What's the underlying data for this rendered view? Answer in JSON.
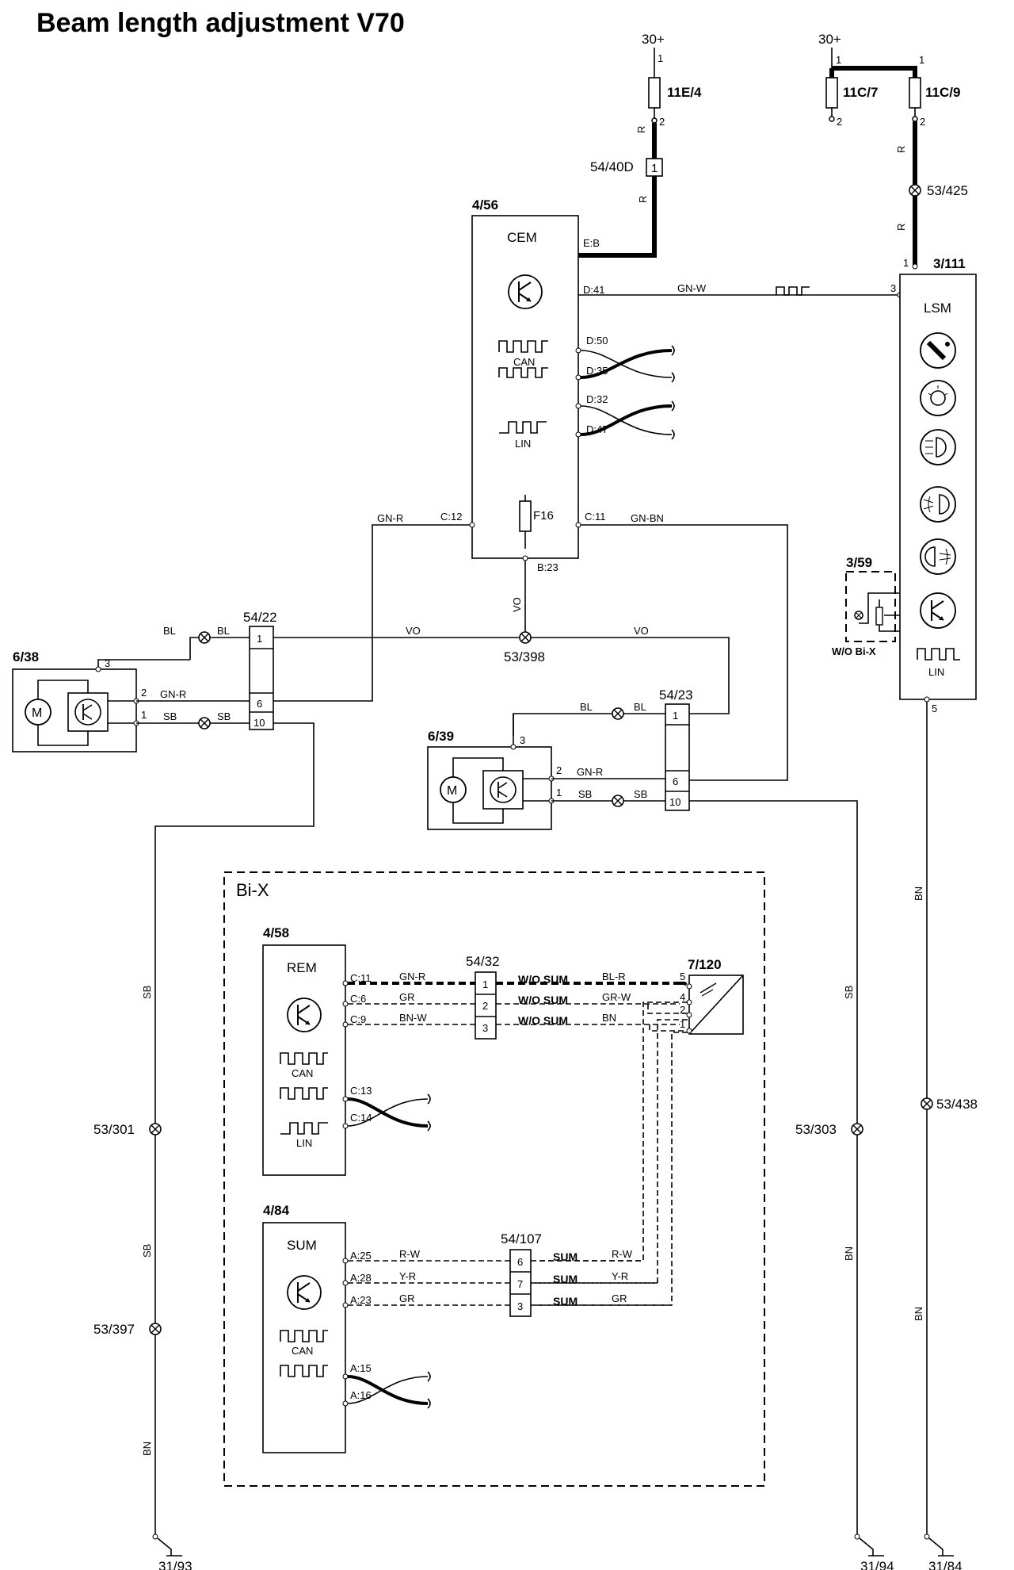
{
  "title": "Beam length adjustment V70",
  "supply": {
    "left": "30+",
    "right": "30+"
  },
  "fuses": {
    "f1": "11E/4",
    "f2": "11C/7",
    "f3": "11C/9",
    "cem_fuse": "F16"
  },
  "connectors": {
    "c54_40d": "54/40D",
    "c54_40d_pin": "1",
    "c54_22": "54/22",
    "c54_23": "54/23",
    "c54_32": "54/32",
    "c54_107": "54/107",
    "c54_22_pins": [
      "1",
      "6",
      "10"
    ],
    "c54_23_pins": [
      "1",
      "6",
      "10"
    ],
    "c54_32_pins": [
      "1",
      "2",
      "3"
    ],
    "c54_107_pins": [
      "6",
      "7",
      "3"
    ]
  },
  "splices": {
    "s53_425": "53/425",
    "s53_398": "53/398",
    "s53_301": "53/301",
    "s53_397": "53/397",
    "s53_303": "53/303",
    "s53_438": "53/438"
  },
  "grounds": {
    "g1": "31/93",
    "g2": "31/94",
    "g3": "31/84"
  },
  "modules": {
    "cem": {
      "id": "4/56",
      "name": "CEM",
      "can": "CAN",
      "lin": "LIN",
      "pins": {
        "eb": "E:B",
        "d41": "D:41",
        "d50": "D:50",
        "d35": "D:35",
        "d32": "D:32",
        "d47": "D:47",
        "c12": "C:12",
        "c11": "C:11",
        "b23": "B:23"
      }
    },
    "lsm": {
      "id": "3/111",
      "name": "LSM",
      "lin": "LIN",
      "pin1": "1",
      "pin3": "3",
      "pin5": "5"
    },
    "sw": {
      "id": "3/59",
      "note": "W/O Bi-X"
    },
    "m638": {
      "id": "6/38",
      "p3": "3",
      "p2": "2",
      "p1": "1"
    },
    "m639": {
      "id": "6/39",
      "p3": "3",
      "p2": "2",
      "p1": "1"
    },
    "rem": {
      "id": "4/58",
      "name": "REM",
      "can": "CAN",
      "lin": "LIN",
      "pins": {
        "c11": "C:11",
        "c6": "C:6",
        "c9": "C:9",
        "c13": "C:13",
        "c14": "C:14"
      }
    },
    "sum": {
      "id": "4/84",
      "name": "SUM",
      "can": "CAN",
      "pins": {
        "a25": "A:25",
        "a28": "A:28",
        "a23": "A:23",
        "a15": "A:15",
        "a16": "A:16"
      }
    },
    "sensor": {
      "id": "7/120",
      "pins": [
        "5",
        "4",
        "2",
        "1"
      ]
    }
  },
  "bix_label": "Bi-X",
  "wires": {
    "r": "R",
    "gnw": "GN-W",
    "gnr": "GN-R",
    "gnbn": "GN-BN",
    "vo": "VO",
    "bl": "BL",
    "sb": "SB",
    "bn": "BN",
    "gr": "GR",
    "bnw": "BN-W",
    "blr": "BL-R",
    "grw": "GR-W",
    "rw": "R-W",
    "yr": "Y-R"
  },
  "tags": {
    "wosum": "W/O SUM",
    "sum": "SUM"
  },
  "fuse_pins": {
    "p1": "1",
    "p2": "2"
  }
}
